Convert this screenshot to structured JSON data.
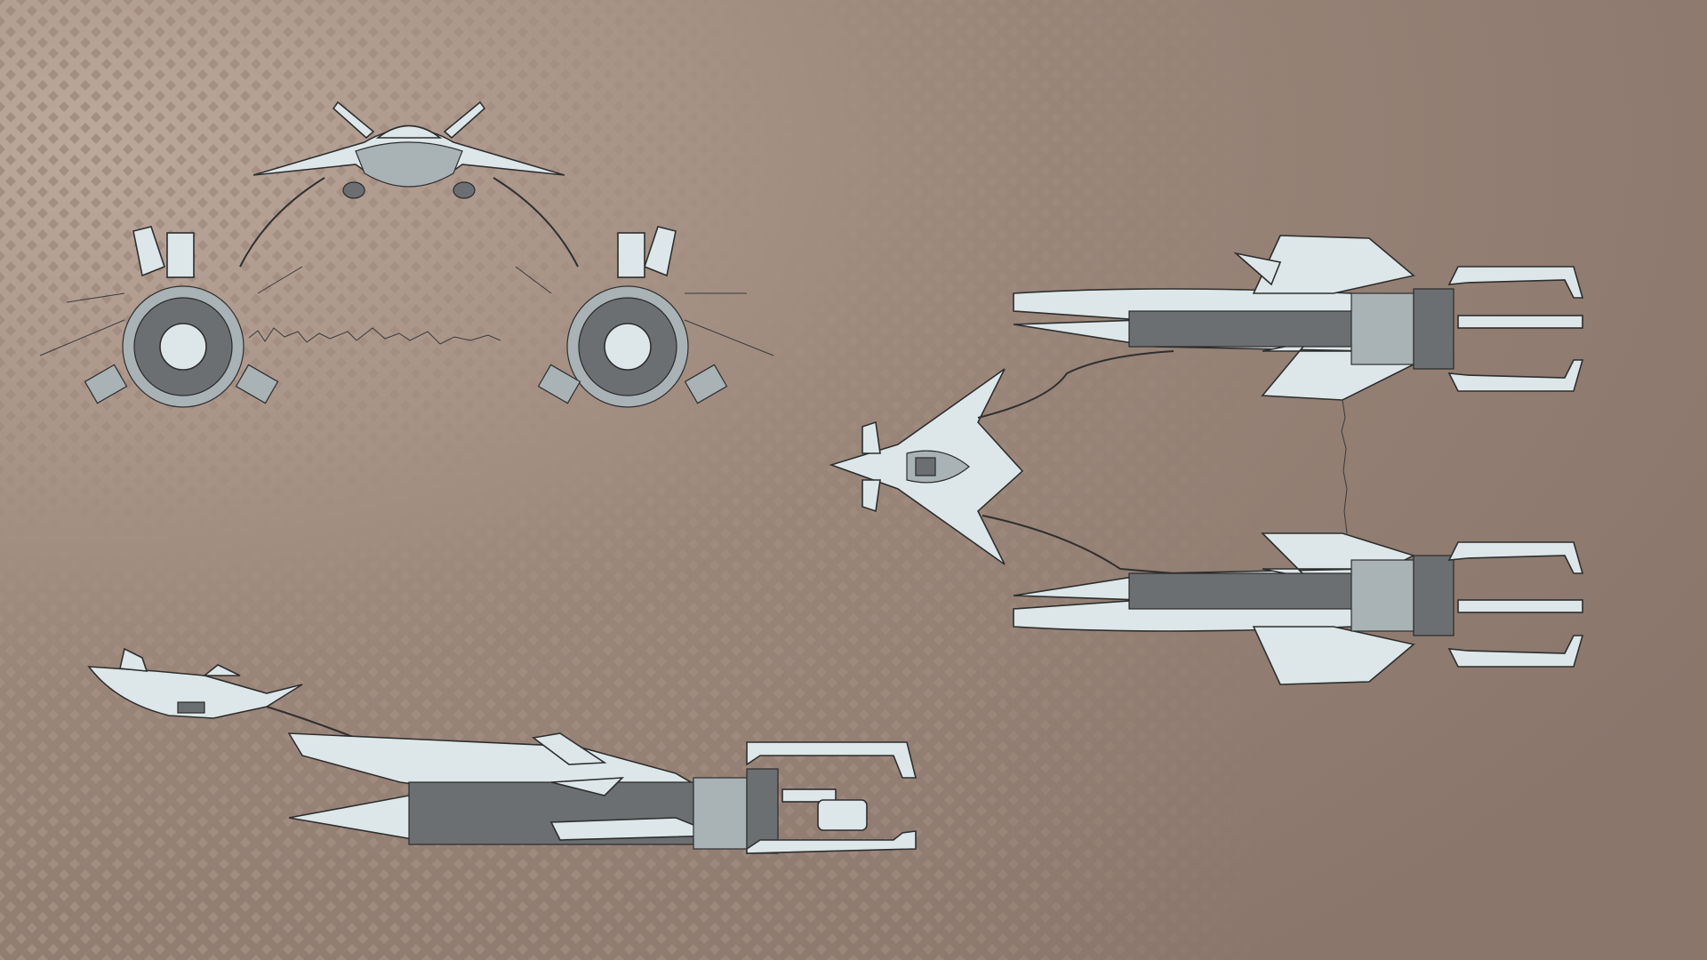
{
  "colors": {
    "background_light": "#b8a396",
    "background_dark": "#8c776c",
    "pattern_diamond": "#a08a7e",
    "hull": "#dde7e9",
    "hull_shadow": "#a9b2b5",
    "machinery": "#6b6f72",
    "outline": "#2e2e2e"
  },
  "views": [
    {
      "id": "front-view",
      "subject": "podracer-front"
    },
    {
      "id": "top-view",
      "subject": "podracer-top"
    },
    {
      "id": "side-view",
      "subject": "podracer-side"
    }
  ]
}
